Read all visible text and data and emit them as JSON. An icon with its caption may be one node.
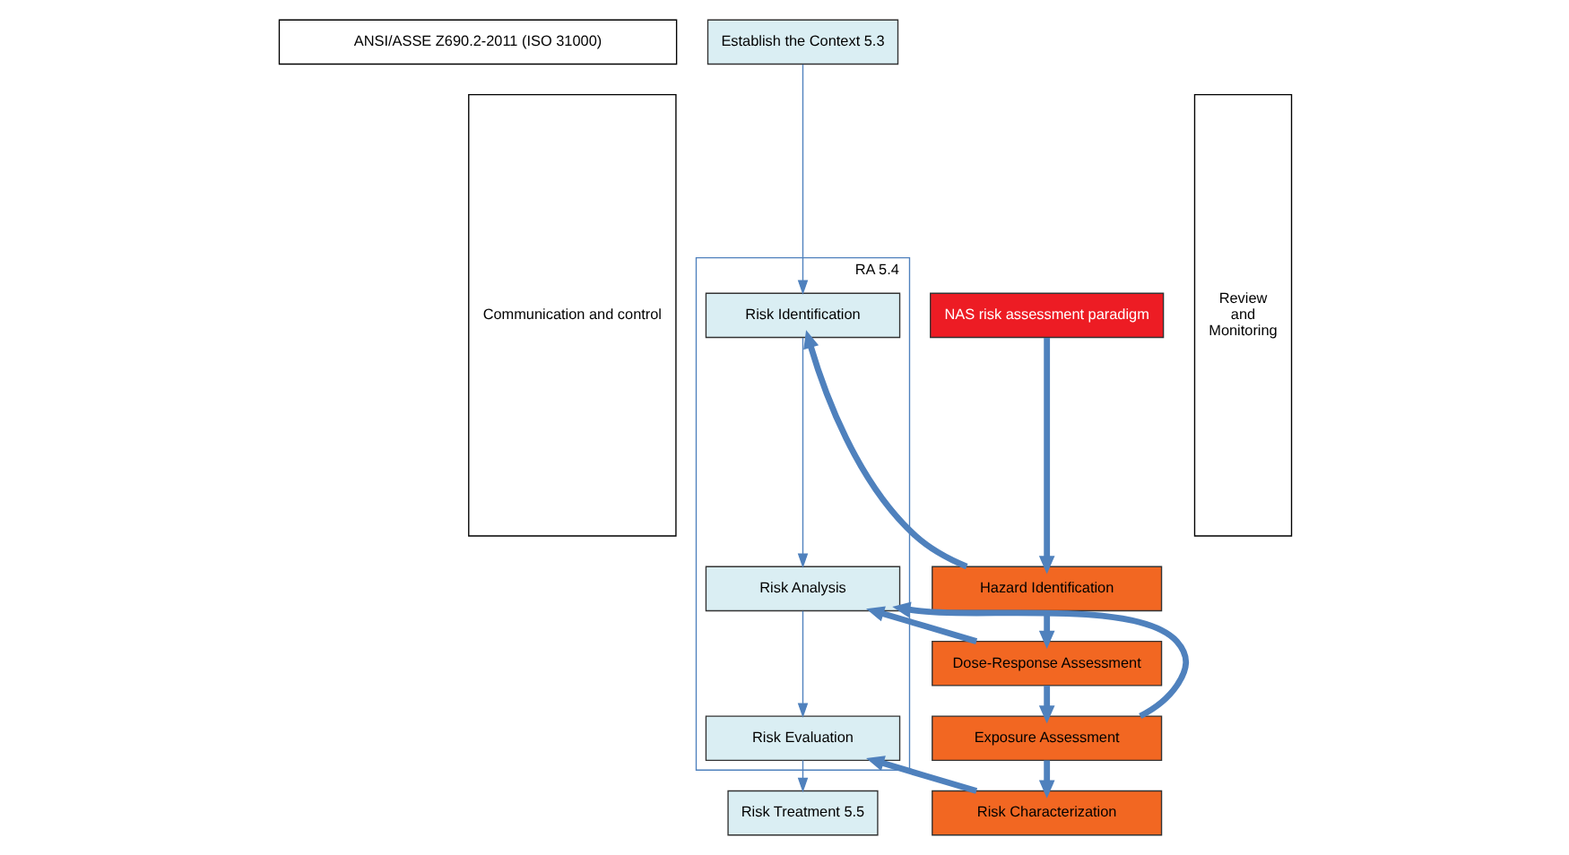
{
  "diagram": {
    "nodes": [
      {
        "text": [
          "ANSI/ASSE Z690.2-2011 (ISO 31000)"
        ]
      },
      {
        "text": [
          "Communication and control"
        ]
      },
      {
        "text": [
          "Establish the Context 5.3"
        ]
      },
      {
        "text": [
          "RA 5.4"
        ]
      },
      {
        "text": [
          "Risk Identification"
        ],
        "in": 3
      },
      {
        "text": [
          "Risk Analysis"
        ],
        "in": 3
      },
      {
        "text": [
          "Risk Evaluation"
        ],
        "in": 3
      },
      {
        "text": [
          "Risk Treatment 5.5"
        ]
      },
      {
        "text": [
          "Review",
          "and",
          "Monitoring"
        ]
      },
      {
        "text": [
          "NAS risk assessment paradigm"
        ]
      },
      {
        "text": [
          "Hazard Identification"
        ]
      },
      {
        "text": [
          "Dose-Response Assessment"
        ]
      },
      {
        "text": [
          "Exposure Assessment"
        ]
      },
      {
        "text": [
          "Risk Characterization"
        ]
      }
    ],
    "edges": [
      {
        "from": 2,
        "to": 4,
        "arrow": "to"
      },
      {
        "from": 4,
        "to": 5,
        "arrow": "to"
      },
      {
        "from": 5,
        "to": 6,
        "arrow": "to"
      },
      {
        "from": 6,
        "to": 7,
        "arrow": "to"
      },
      {
        "from": 9,
        "to": 10,
        "arrow": "to"
      },
      {
        "from": 10,
        "to": 11,
        "arrow": "to"
      },
      {
        "from": 11,
        "to": 12,
        "arrow": "to"
      },
      {
        "from": 12,
        "to": 13,
        "arrow": "to"
      },
      {
        "from": 10,
        "to": 4,
        "arrow": "to"
      },
      {
        "from": 11,
        "to": 5,
        "arrow": "to"
      },
      {
        "from": 12,
        "to": 5,
        "arrow": "to"
      },
      {
        "from": 13,
        "to": 6,
        "arrow": "to"
      }
    ]
  }
}
